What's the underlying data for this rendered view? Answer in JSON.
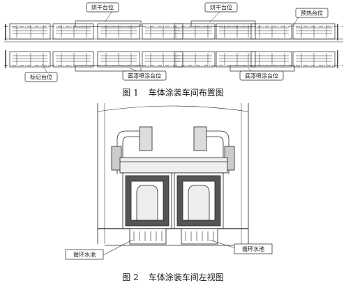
{
  "figure1": {
    "caption_number": "图 1",
    "caption_text": "车体涂装车间布置图",
    "labels": {
      "drying_left": "烘干台位",
      "drying_right": "烘干台位",
      "preheat": "预热台位",
      "marking": "标记台位",
      "surface_spray": "面漆喷涂台位",
      "bottom_spray": "底漆喷涂台位"
    }
  },
  "figure2": {
    "caption_number": "图 2",
    "caption_text": "车体涂装车间左视图",
    "labels": {
      "pool_left": "循环水池",
      "pool_right": "循环水池"
    }
  }
}
